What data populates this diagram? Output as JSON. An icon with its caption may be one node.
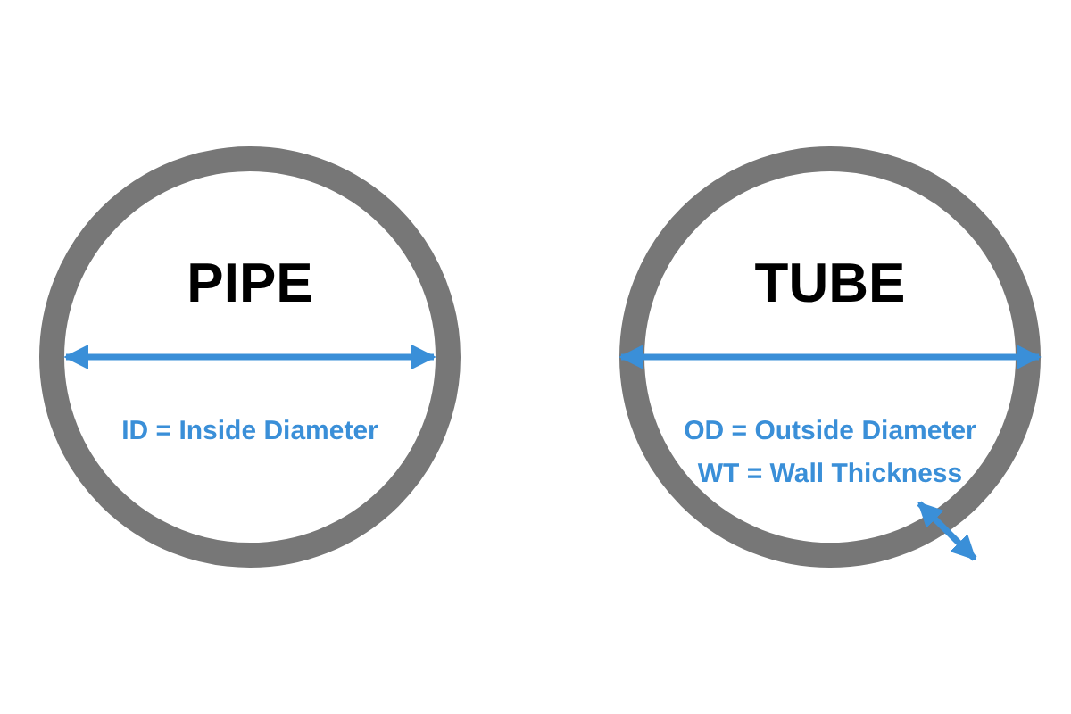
{
  "diagram": {
    "nodes": [
      {
        "text": [
          "PIPE",
          "ID = Inside Diameter"
        ]
      },
      {
        "text": [
          "TUBE",
          "OD = Outside Diameter",
          "WT = Wall Thickness"
        ]
      }
    ]
  }
}
